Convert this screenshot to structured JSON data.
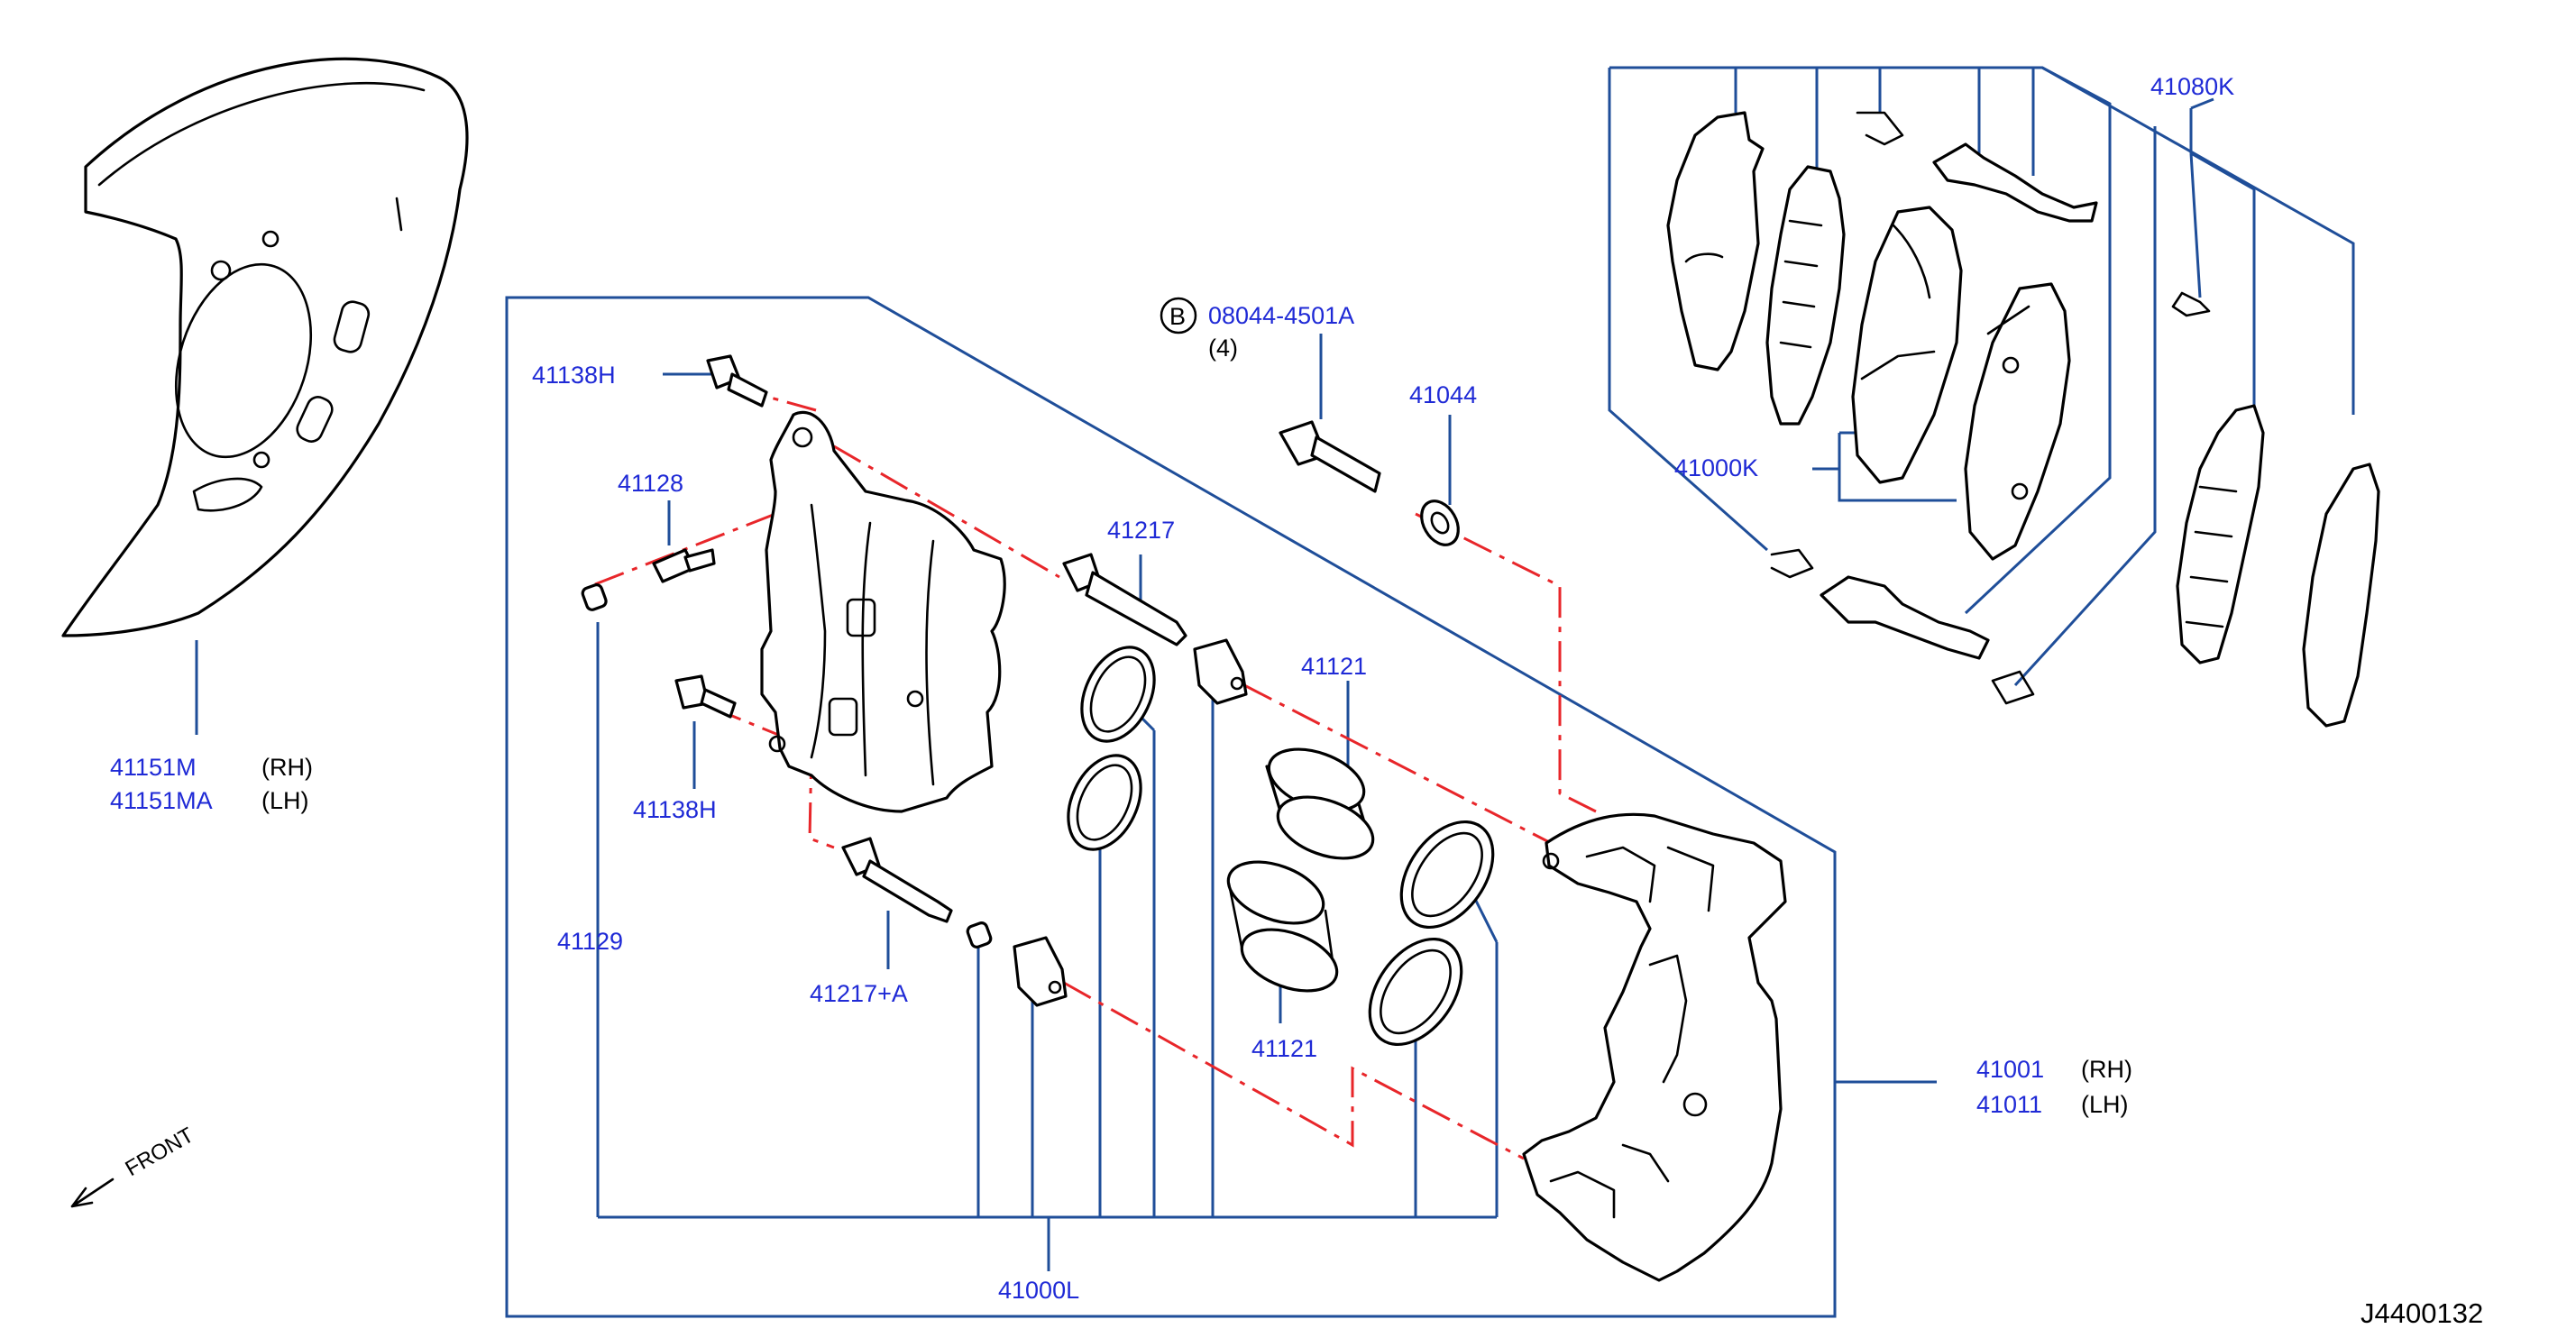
{
  "labels": {
    "p41151m": "41151M",
    "p41151ma": "41151MA",
    "rh": "(RH)",
    "lh": "(LH)",
    "p41138h_top": "41138H",
    "p41128": "41128",
    "p41138h_bot": "41138H",
    "p41129": "41129",
    "p41217a": "41217+A",
    "p41217": "41217",
    "bolt_symbol": "B",
    "p08044": "08044-4501A",
    "qty4": "(4)",
    "p41044": "41044",
    "p41121_top": "41121",
    "p41121_bot": "41121",
    "p41000l": "41000L",
    "p41001": "41001",
    "p41011": "41011",
    "rh2": "(RH)",
    "lh2": "(LH)",
    "p41080k": "41080K",
    "p41000k": "41000K",
    "front": "FRONT",
    "ref_code": "J4400132"
  },
  "colors": {
    "label_text": "#1f2ad6",
    "leader_line": "#1f4e99",
    "centerline": "#e8262a",
    "part_outline": "#000000"
  }
}
